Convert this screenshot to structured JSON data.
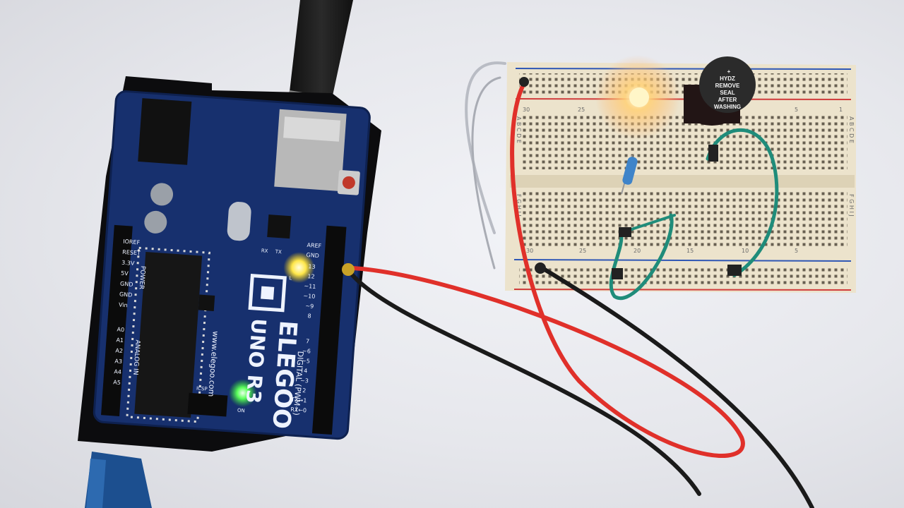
{
  "board": {
    "brand": "ELEGOO",
    "model": "UNO R3",
    "website": "www.elegoo.com",
    "digital_header": "DIGITAL (PWM~)",
    "power_header": "POWER",
    "analog_header": "ANALOG IN",
    "ioref": "IOREF",
    "reset": "RESET",
    "v33": "3.3V",
    "v5": "5V",
    "gnd1": "GND",
    "gnd2": "GND",
    "vin": "Vin",
    "a0": "A0",
    "a1": "A1",
    "a2": "A2",
    "a3": "A3",
    "a4": "A4",
    "a5": "A5",
    "aref": "AREF",
    "gnd_top": "GND",
    "pin13": "13",
    "pin12": "12",
    "pin11": "~11",
    "pin10": "~10",
    "pin9": "~9",
    "pin8": "8",
    "pin7": "7",
    "pin6": "~6",
    "pin5": "~5",
    "pin4": "4",
    "pin3": "~3",
    "pin2": "2",
    "tx1": "TX→1",
    "rx0": "RX←0",
    "tx_led": "TX",
    "rx_led": "RX",
    "on_led": "ON",
    "l_led": "L",
    "icsp": "ICSP"
  },
  "buzzer": {
    "line1": "HYDZ",
    "line2": "REMOVE",
    "line3": "SEAL",
    "line4": "AFTER",
    "line5": "WASHING",
    "symbol": "+"
  },
  "breadboard": {
    "col_30": "30",
    "col_25": "25",
    "col_20": "20",
    "col_15": "15",
    "col_10": "10",
    "col_5": "5",
    "col_1": "1",
    "row_labels_top": "A B C D E",
    "row_labels_bottom": "F G H I J"
  },
  "colors": {
    "pcb": "#17306e",
    "breadboard": "#ece3cc",
    "wire_red": "#e0302a",
    "wire_black": "#1a1a1a",
    "wire_green": "#1f8c7a",
    "led_glow": "#ffd27a"
  }
}
